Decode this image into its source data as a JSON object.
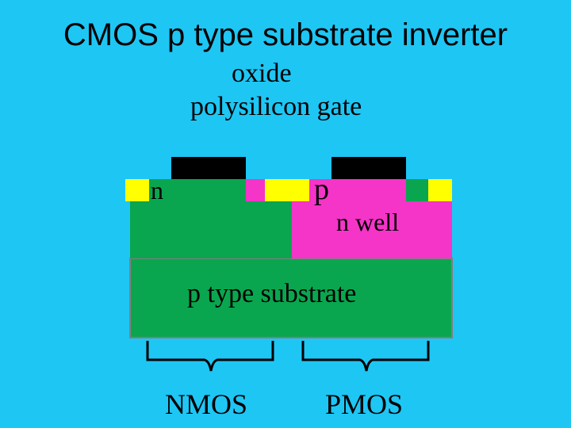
{
  "title": "CMOS p type substrate inverter",
  "labels": {
    "oxide": "oxide",
    "polysilicon_gate": "polysilicon gate",
    "n_diffusion": "n",
    "p_diffusion": "p",
    "n_well": "n well",
    "p_substrate": "p type substrate",
    "nmos": "NMOS",
    "pmos": "PMOS"
  },
  "colors": {
    "background": "#1EC6F4",
    "oxide": "#FFFF00",
    "polysilicon": "#000000",
    "n_region": "#0AA64F",
    "p_region": "#F534C8",
    "substrate": "#0AA64F"
  }
}
